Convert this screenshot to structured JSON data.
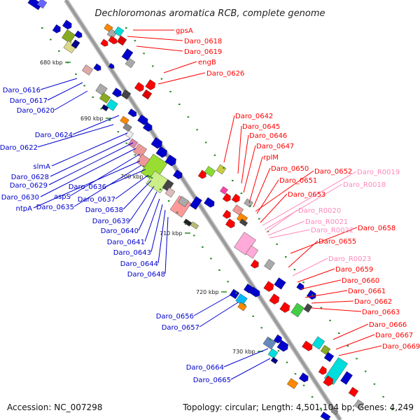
{
  "title": "Dechloromonas aromatica RCB, complete genome",
  "accession": "Accession: NC_007298",
  "summary": "Topology: circular; Length: 4,501,104 bp; Genes: 4,249",
  "colors": {
    "backbone": "#9a9a9a",
    "plus_strand_label": "#ff0000",
    "minus_strand_label": "#0000cc",
    "rna_label": "#ff88bb",
    "tick": "#228822"
  },
  "kbp_ticks": [
    "680 kbp",
    "690 kbp",
    "700 kbp",
    "710 kbp",
    "720 kbp",
    "730 kbp"
  ],
  "right_labels": [
    "gpsA",
    "Daro_0618",
    "Daro_0619",
    "engB",
    "Daro_0626",
    "Daro_0642",
    "Daro_0645",
    "Daro_0646",
    "Daro_0647",
    "rplM",
    "Daro_0650",
    "Daro_0652",
    "Daro_0651",
    "Daro_0653",
    "Daro_0658",
    "Daro_0655",
    "Daro_0659",
    "Daro_0660",
    "Daro_0661",
    "Daro_0662",
    "Daro_0663",
    "Daro_0666",
    "Daro_0667",
    "Daro_0669"
  ],
  "rna_labels": [
    "Daro_R0019",
    "Daro_R0018",
    "Daro_R0020",
    "Daro_R0021",
    "Daro_R0022",
    "Daro_R0023"
  ],
  "left_labels": [
    "Daro_0616",
    "Daro_0617",
    "Daro_0620",
    "Daro_0624",
    "Daro_0622",
    "slmA",
    "Daro_0628",
    "Daro_0629",
    "Daro_0630",
    "aspS",
    "ntpA",
    "Daro_0635",
    "Daro_0636",
    "Daro_0637",
    "Daro_0638",
    "Daro_0639",
    "Daro_0640",
    "Daro_0641",
    "Daro_0643",
    "Daro_0644",
    "Daro_0648",
    "Daro_0656",
    "Daro_0657",
    "Daro_0664",
    "Daro_0665"
  ]
}
